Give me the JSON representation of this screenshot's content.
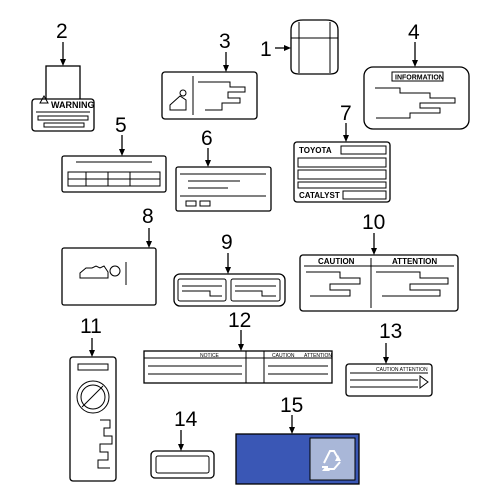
{
  "callouts": [
    "1",
    "2",
    "3",
    "4",
    "5",
    "6",
    "7",
    "8",
    "9",
    "10",
    "11",
    "12",
    "13",
    "14",
    "15"
  ],
  "labels": {
    "warning": "WARNING",
    "information": "INFORMATION",
    "toyota": "TOYOTA",
    "catalyst": "CATALYST",
    "caution": "CAUTION",
    "attention": "ATTENTION",
    "notice": "NOTICE",
    "caution_small": "CAUTION",
    "attention_small": "ATTENTION",
    "caution_attention": "CAUTION ATTENTION"
  },
  "colors": {
    "line": "#000000",
    "blue_label": "#3a57b5",
    "recycle_panel": "#a9b7d8"
  },
  "icons": {
    "recycle": "recycle-icon"
  }
}
